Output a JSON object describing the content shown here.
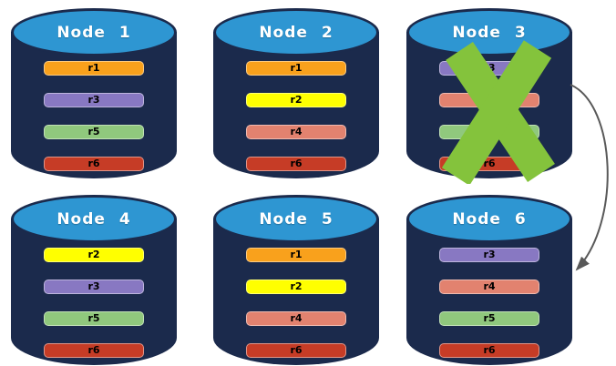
{
  "diagram": {
    "description": "Six database nodes with replica partitions; Node 3 failed and its data re-replicates to Node 6",
    "colors": {
      "cylinder_body": "#1B2A4C",
      "cylinder_top": "#2E96D2",
      "failure_x": "#84C33C",
      "arrow": "#595959",
      "background": "#FFFFFF"
    },
    "nodes": [
      {
        "label": "Node 1",
        "failed": false,
        "partitions": [
          {
            "name": "r1",
            "color": "#F9A11C"
          },
          {
            "name": "r3",
            "color": "#8878C2"
          },
          {
            "name": "r5",
            "color": "#90C87D"
          },
          {
            "name": "r6",
            "color": "#C63C26"
          }
        ]
      },
      {
        "label": "Node 2",
        "failed": false,
        "partitions": [
          {
            "name": "r1",
            "color": "#F9A11C"
          },
          {
            "name": "r2",
            "color": "#FFFF00"
          },
          {
            "name": "r4",
            "color": "#E2826F"
          },
          {
            "name": "r6",
            "color": "#C63C26"
          }
        ]
      },
      {
        "label": "Node 3",
        "failed": true,
        "partitions": [
          {
            "name": "r3",
            "color": "#8878C2"
          },
          {
            "name": "r4",
            "color": "#E2826F"
          },
          {
            "name": "r5",
            "color": "#90C87D"
          },
          {
            "name": "r6",
            "color": "#C63C26"
          }
        ]
      },
      {
        "label": "Node 4",
        "failed": false,
        "partitions": [
          {
            "name": "r2",
            "color": "#FFFF00"
          },
          {
            "name": "r3",
            "color": "#8878C2"
          },
          {
            "name": "r5",
            "color": "#90C87D"
          },
          {
            "name": "r6",
            "color": "#C63C26"
          }
        ]
      },
      {
        "label": "Node 5",
        "failed": false,
        "partitions": [
          {
            "name": "r1",
            "color": "#F9A11C"
          },
          {
            "name": "r2",
            "color": "#FFFF00"
          },
          {
            "name": "r4",
            "color": "#E2826F"
          },
          {
            "name": "r6",
            "color": "#C63C26"
          }
        ]
      },
      {
        "label": "Node 6",
        "failed": false,
        "partitions": [
          {
            "name": "r3",
            "color": "#8878C2"
          },
          {
            "name": "r4",
            "color": "#E2826F"
          },
          {
            "name": "r5",
            "color": "#90C87D"
          },
          {
            "name": "r6",
            "color": "#C63C26"
          }
        ]
      }
    ],
    "failure_marker": {
      "node": "Node 3",
      "color": "#84C33C"
    },
    "arrow": {
      "from": "Node 3",
      "to": "Node 6",
      "color": "#595959"
    }
  }
}
